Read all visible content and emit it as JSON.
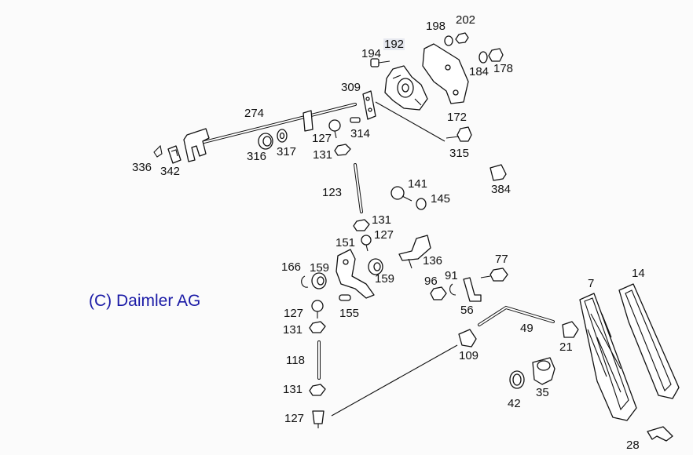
{
  "copyright": "(C) Daimler AG",
  "colors": {
    "copyright_text": "#1a1aa6",
    "line_art": "#111111",
    "background": "#fbfbfb"
  },
  "labels": {
    "p198": "198",
    "p202": "202",
    "p192": "192",
    "p194": "194",
    "p184": "184",
    "p178": "178",
    "p309": "309",
    "p274": "274",
    "p172": "172",
    "p127_top": "127",
    "p314": "314",
    "p316": "316",
    "p317": "317",
    "p131_top": "131",
    "p315": "315",
    "p336": "336",
    "p342": "342",
    "p384": "384",
    "p141": "141",
    "p123": "123",
    "p145": "145",
    "p131_mid": "131",
    "p127_mid": "127",
    "p151": "151",
    "p136": "136",
    "p77": "77",
    "p166": "166",
    "p159_left": "159",
    "p159_right": "159",
    "p96": "96",
    "p91": "91",
    "p7": "7",
    "p14": "14",
    "p56": "56",
    "p127_lower": "127",
    "p155": "155",
    "p131_lower": "131",
    "p49": "49",
    "p21": "21",
    "p109": "109",
    "p118": "118",
    "p35": "35",
    "p131_bottom": "131",
    "p42": "42",
    "p127_bottom": "127",
    "p28": "28"
  }
}
